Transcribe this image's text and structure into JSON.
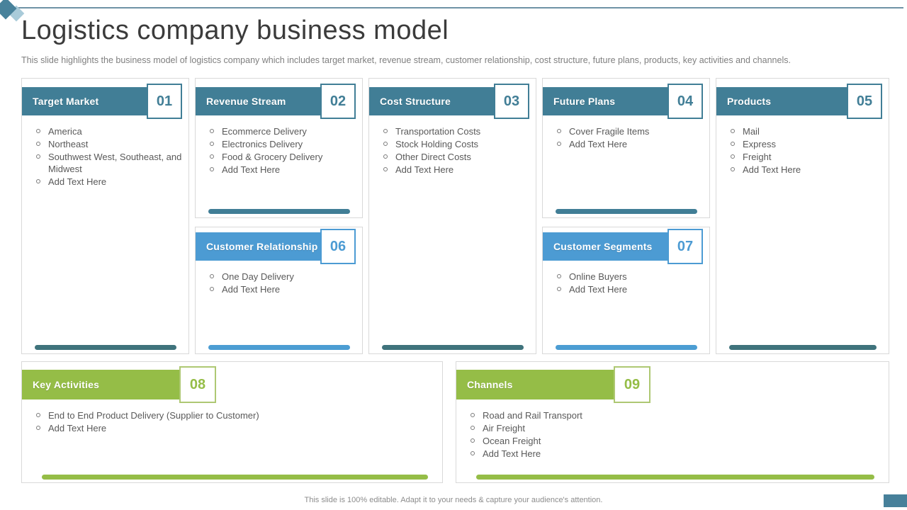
{
  "slide": {
    "title": "Logistics company business model",
    "subtitle": "This slide highlights the business model of logistics company which includes target market, revenue stream, customer relationship, cost structure, future plans, products, key activities and channels.",
    "footer": "This slide is 100% editable. Adapt it to your needs & capture your audience's attention."
  },
  "colors": {
    "teal": "#417e96",
    "teal_dark": "#3f737c",
    "blue": "#4c9bd3",
    "green": "#95bd47",
    "body_text": "#595959",
    "line": "#6f93a6"
  },
  "cards": [
    {
      "number": "01",
      "title": "Target Market",
      "theme": "teal",
      "items": [
        "America",
        "Northeast",
        "Southwest West, Southeast, and Midwest",
        "Add Text Here"
      ]
    },
    {
      "number": "02",
      "title": "Revenue Stream",
      "theme": "teal",
      "items": [
        "Ecommerce Delivery",
        "Electronics Delivery",
        "Food & Grocery Delivery",
        "Add Text Here"
      ]
    },
    {
      "number": "03",
      "title": "Cost Structure",
      "theme": "teal",
      "items": [
        "Transportation Costs",
        "Stock Holding Costs",
        "Other Direct Costs",
        "Add Text Here"
      ]
    },
    {
      "number": "04",
      "title": "Future Plans",
      "theme": "teal",
      "items": [
        "Cover Fragile Items",
        "Add Text Here"
      ]
    },
    {
      "number": "05",
      "title": "Products",
      "theme": "teal",
      "items": [
        "Mail",
        "Express",
        "Freight",
        "Add Text Here"
      ]
    },
    {
      "number": "06",
      "title": "Customer Relationship",
      "theme": "blue",
      "items": [
        "One Day Delivery",
        "Add Text Here"
      ]
    },
    {
      "number": "07",
      "title": "Customer Segments",
      "theme": "blue",
      "items": [
        "Online Buyers",
        "Add Text Here"
      ]
    },
    {
      "number": "08",
      "title": "Key Activities",
      "theme": "green",
      "items": [
        "End to End Product Delivery (Supplier to Customer)",
        "Add Text Here"
      ]
    },
    {
      "number": "09",
      "title": "Channels",
      "theme": "green",
      "items": [
        "Road and Rail Transport",
        "Air Freight",
        "Ocean Freight",
        "Add Text Here"
      ]
    }
  ]
}
